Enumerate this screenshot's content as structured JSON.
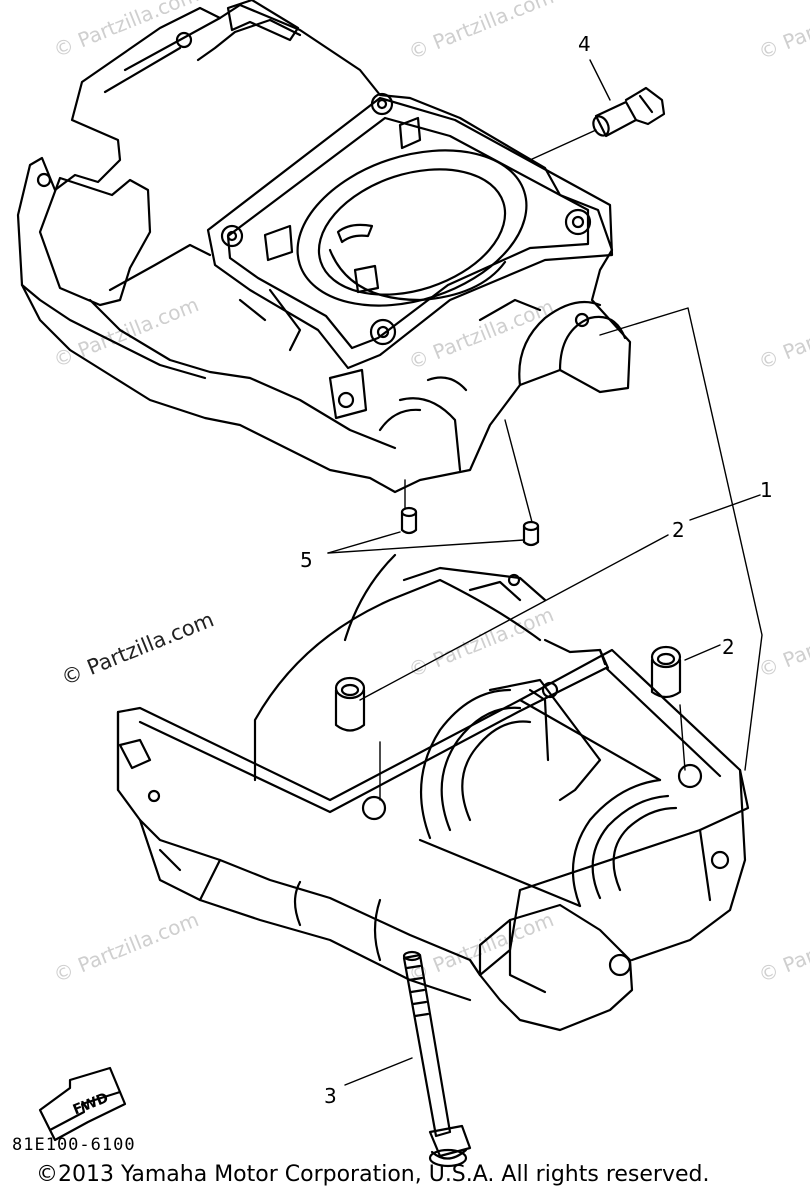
{
  "watermarks": {
    "main": "© Partzilla.com",
    "repeat": "© Partzilla.com"
  },
  "callouts": {
    "c1": "1",
    "c2a": "2",
    "c2b": "2",
    "c3": "3",
    "c4": "4",
    "c5": "5"
  },
  "fwd_label": "FWD",
  "drawing_code": "81E100-6100",
  "copyright": "©2013 Yamaha Motor Corporation, U.S.A. All rights reserved."
}
